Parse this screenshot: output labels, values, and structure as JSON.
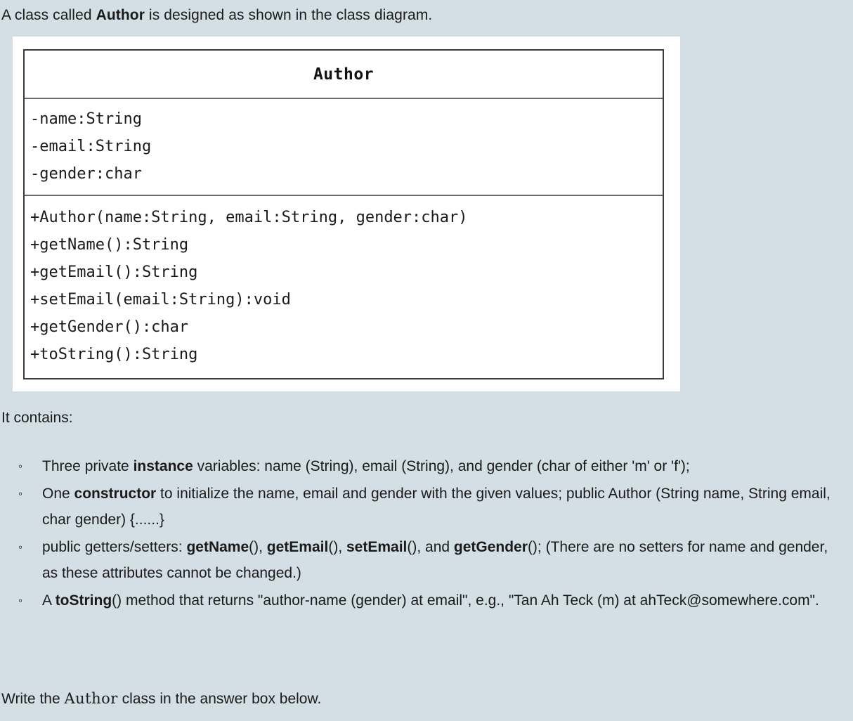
{
  "intro": {
    "prefix": "A class called ",
    "class_name": "Author",
    "suffix": " is designed as shown in the class diagram."
  },
  "diagram": {
    "title": "Author",
    "attributes": [
      "-name:String",
      "-email:String",
      "-gender:char"
    ],
    "methods": [
      "+Author(name:String, email:String, gender:char)",
      "+getName():String",
      "+getEmail():String",
      "+setEmail(email:String):void",
      "+getGender():char",
      "+toString():String"
    ]
  },
  "contains_heading": "It contains:",
  "bullets": [
    {
      "marker": "◦",
      "parts": [
        {
          "text": "Three private ",
          "bold": false
        },
        {
          "text": "instance",
          "bold": true
        },
        {
          "text": " variables: name (String), email (String), and gender (char of either 'm' or 'f');",
          "bold": false
        }
      ]
    },
    {
      "marker": "◦",
      "parts": [
        {
          "text": "One ",
          "bold": false
        },
        {
          "text": "constructor",
          "bold": true
        },
        {
          "text": " to initialize the name, email and gender with the given values; public Author (String name, String email, char gender) {......}",
          "bold": false
        }
      ]
    },
    {
      "marker": "◦",
      "parts": [
        {
          "text": "public getters/setters: ",
          "bold": false
        },
        {
          "text": "getName",
          "bold": true
        },
        {
          "text": "(), ",
          "bold": false
        },
        {
          "text": "getEmail",
          "bold": true
        },
        {
          "text": "(), ",
          "bold": false
        },
        {
          "text": "setEmail",
          "bold": true
        },
        {
          "text": "(), and ",
          "bold": false
        },
        {
          "text": "getGender",
          "bold": true
        },
        {
          "text": "(); (There are no setters for name and gender, as these attributes cannot be changed.)",
          "bold": false
        }
      ]
    },
    {
      "marker": "◦",
      "parts": [
        {
          "text": "A ",
          "bold": false
        },
        {
          "text": "toString",
          "bold": true
        },
        {
          "text": "() method that returns \"author-name (gender) at email\", e.g., \"Tan Ah Teck (m) at ahTeck@somewhere.com\".",
          "bold": false
        }
      ]
    }
  ],
  "closing": {
    "prefix": "Write the ",
    "class_name": "Author",
    "suffix": " class in the answer box below."
  },
  "colors": {
    "page_background": "#d3dfe4",
    "figure_background": "#ffffff",
    "text": "#1a1a1a",
    "box_border": "#3a3a3a",
    "divider": "#6b6b6b"
  }
}
